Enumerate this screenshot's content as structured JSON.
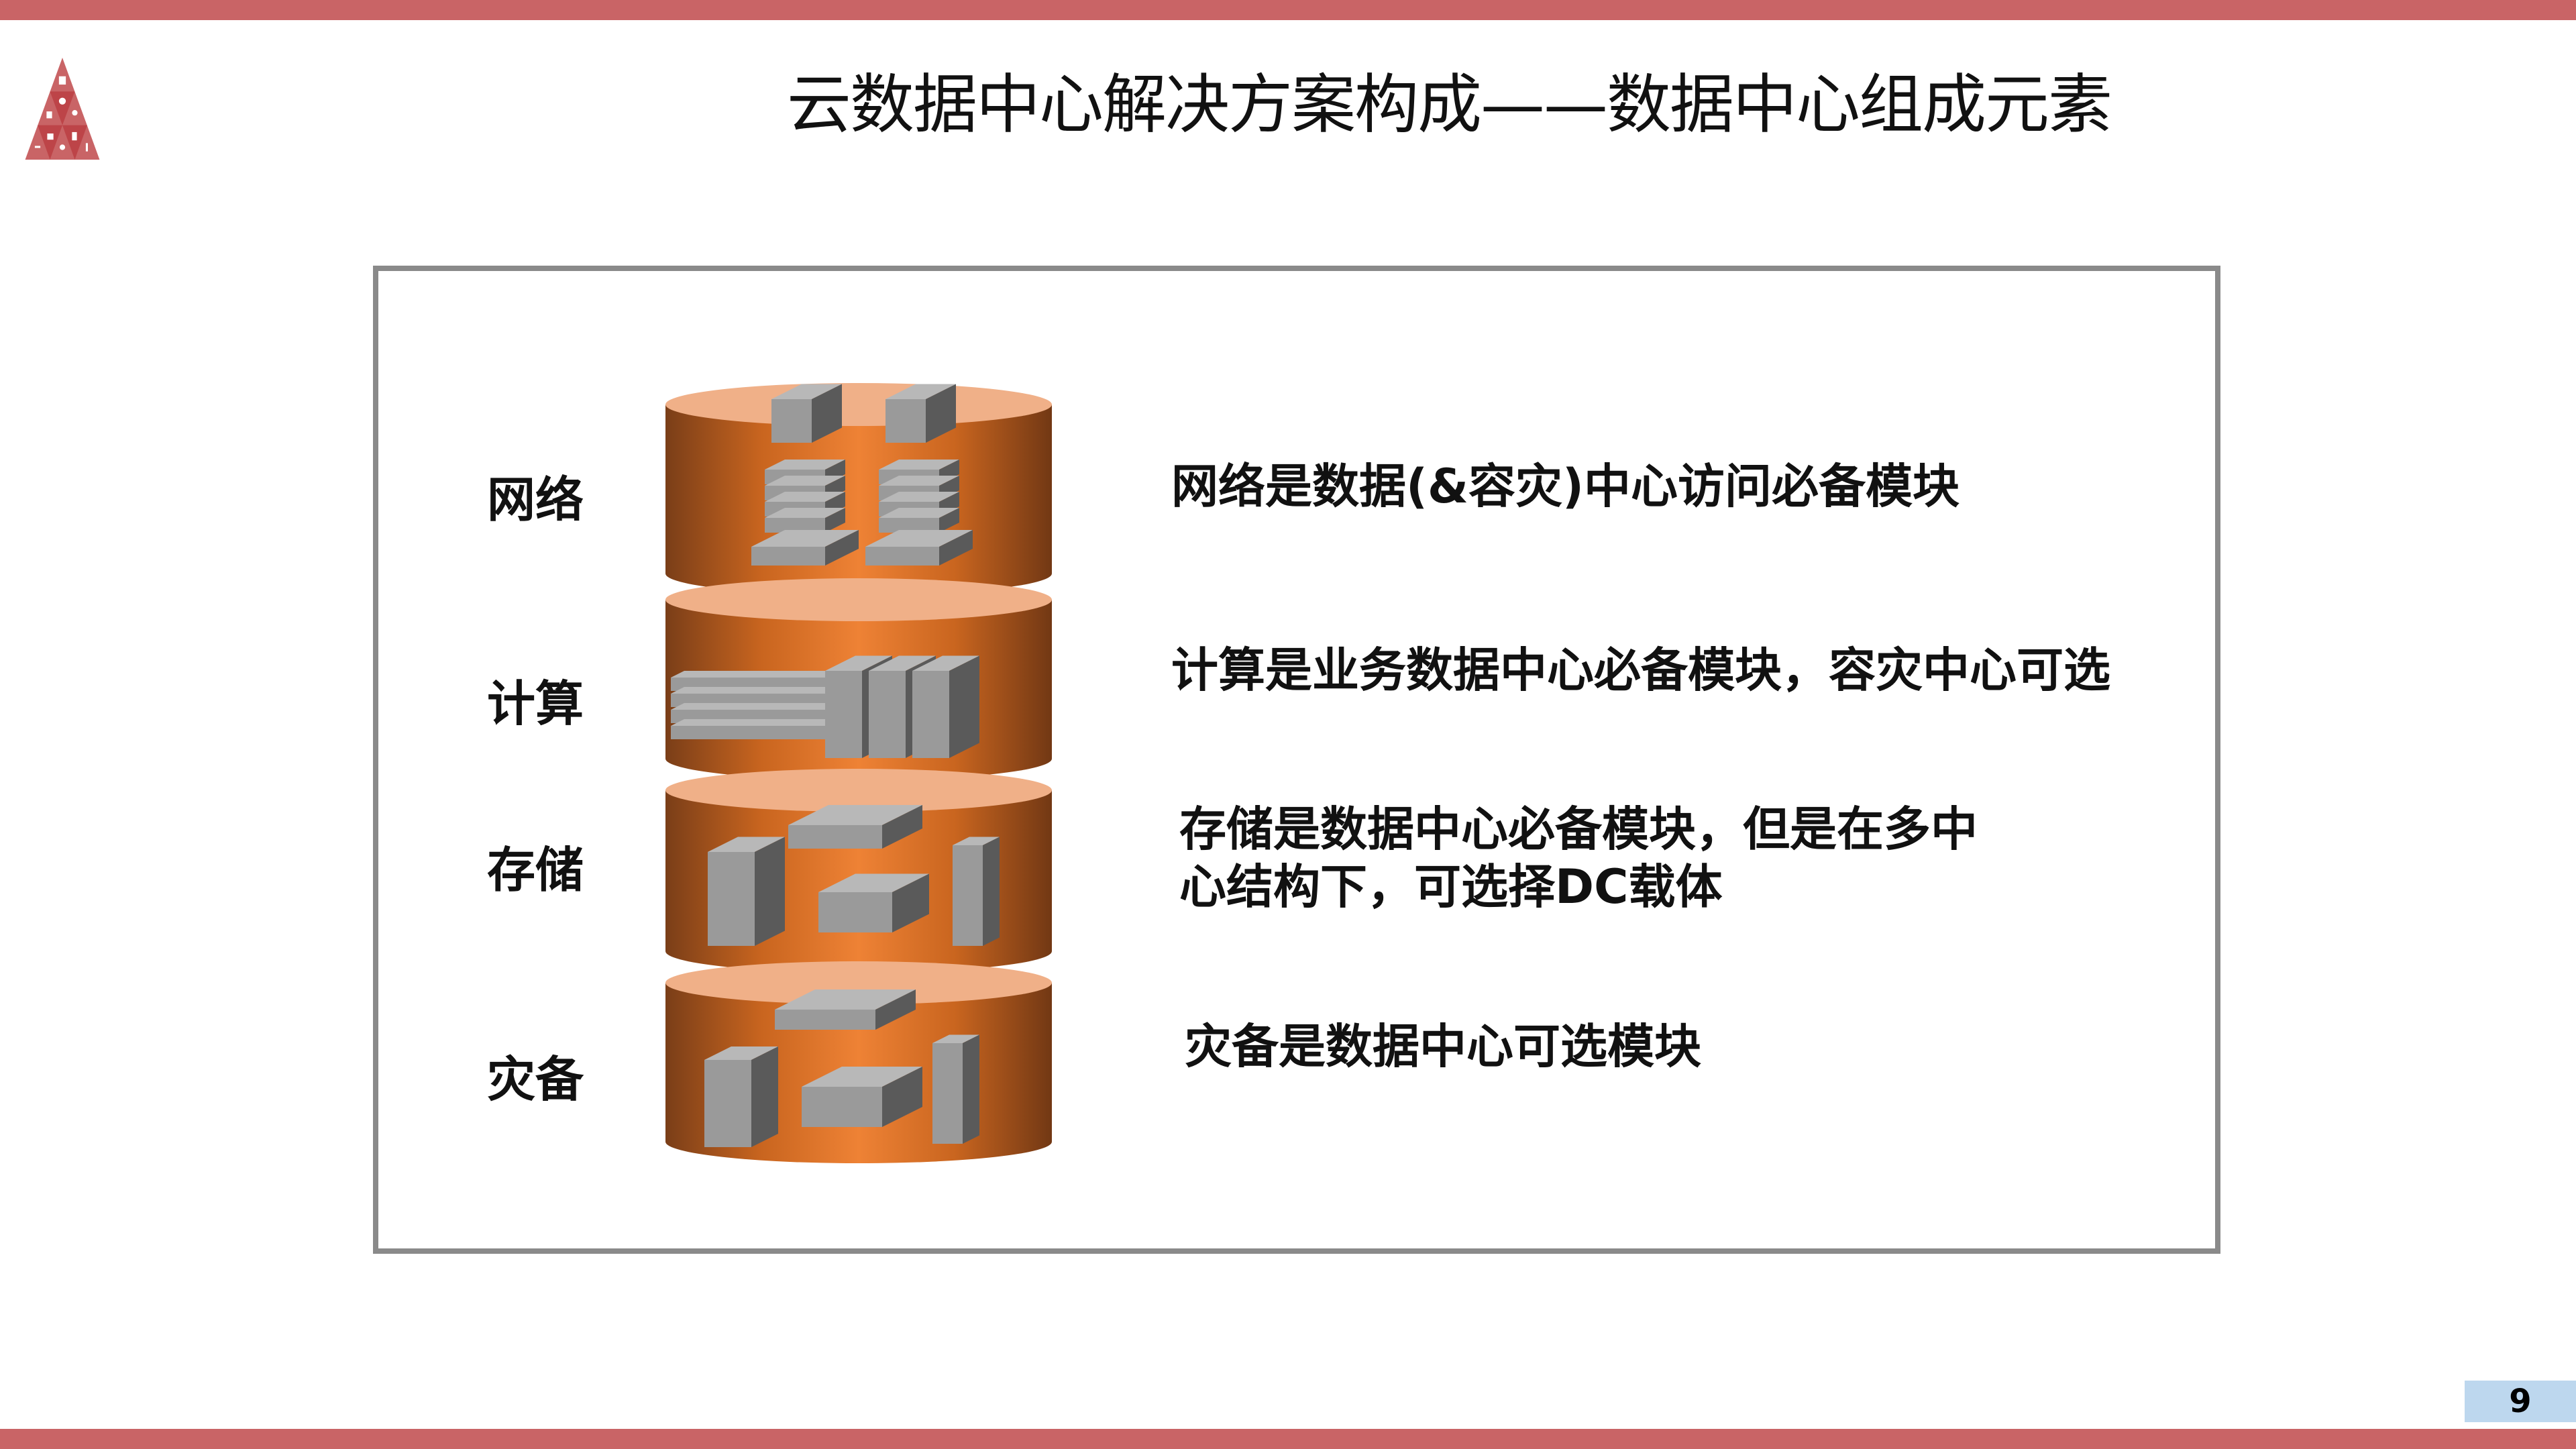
{
  "header": {
    "title": "云数据中心解决方案构成——数据中心组成元素"
  },
  "logo": {
    "icons": [
      "file-icon",
      "gear-icon",
      "magnet-icon",
      "location-pin-icon",
      "folder-open-icon",
      "tags-icon",
      "shuffle-icon",
      "refresh-icon",
      "wrench-icon"
    ]
  },
  "layers": [
    {
      "label": "网络",
      "description": [
        "网络是数据(&容灾)中心访问必备模块"
      ],
      "devices": [
        "core-switch-icon",
        "secblade-switch-icon",
        "switch-icon"
      ]
    },
    {
      "label": "计算",
      "description": [
        "计算是业务数据中心必备模块，容灾中心可选"
      ],
      "devices": [
        "rack-server-icon",
        "tower-server-icon"
      ]
    },
    {
      "label": "存储",
      "description": [
        "存储是数据中心必备模块，但是在多中",
        "心结构下，可选择DC载体"
      ],
      "devices": [
        "fc-storage-icon",
        "disk-array-icon",
        "storage-rack-icon"
      ]
    },
    {
      "label": "灾备",
      "description": [
        "灾备是数据中心可选模块"
      ],
      "devices": [
        "backup-server-icon",
        "disk-array-icon",
        "storage-rack-icon"
      ]
    }
  ],
  "footer": {
    "page_number": "9"
  },
  "colors": {
    "accent": "#c96466",
    "cylinder": "#e87b30",
    "cylinder_top": "#f0b088",
    "page_box": "#bdd7ee",
    "frame": "#8a8a8a"
  }
}
